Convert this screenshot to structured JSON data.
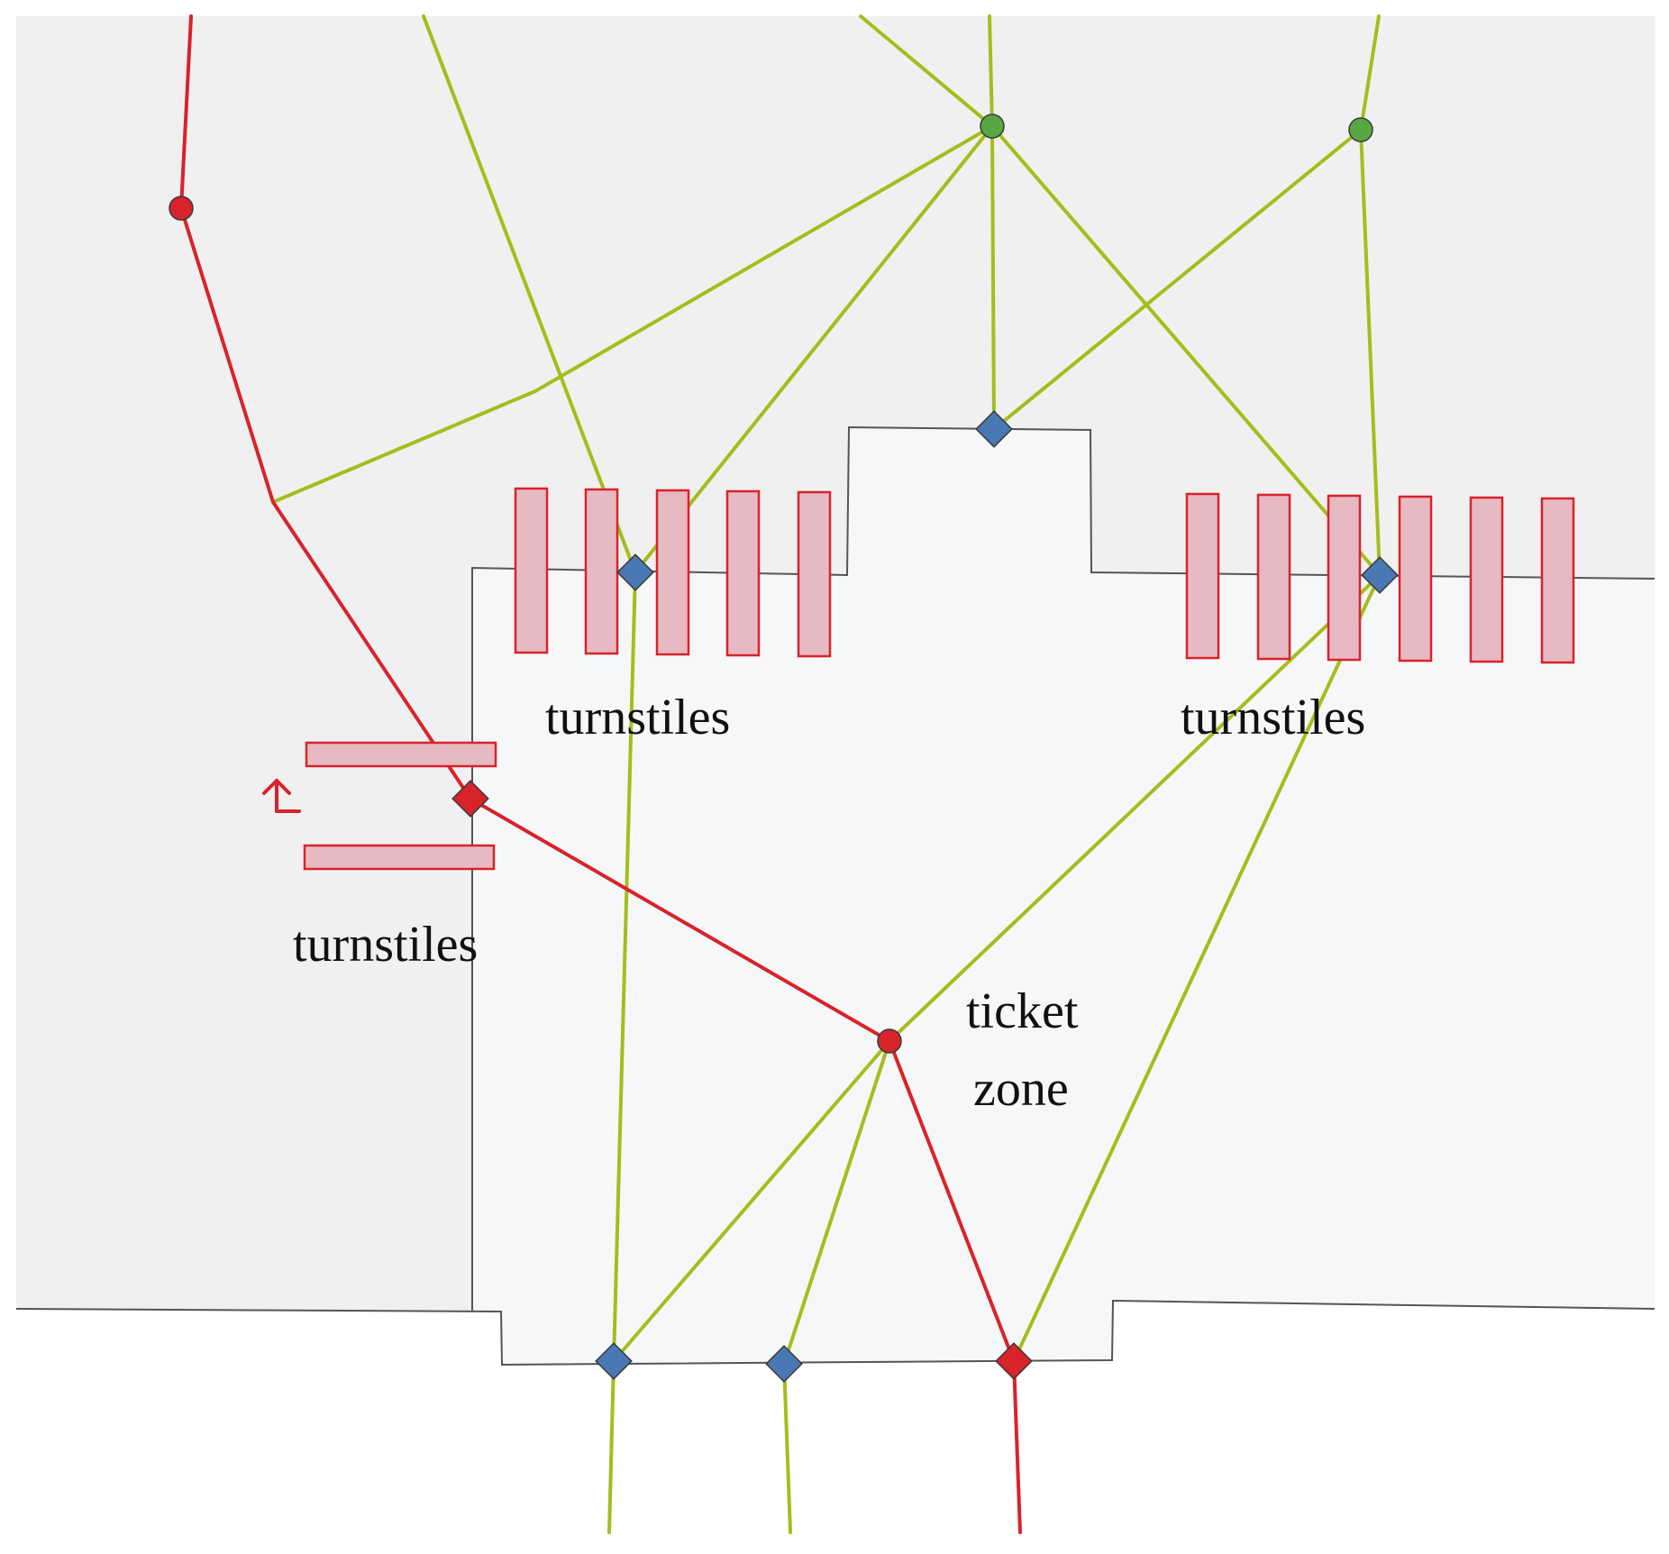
{
  "labels": {
    "turnstiles_top_left": "turnstiles",
    "turnstiles_top_right": "turnstiles",
    "turnstiles_left": "turnstiles",
    "ticket_zone_line1": "ticket",
    "ticket_zone_line2": "zone"
  },
  "colors": {
    "outer_area": "#f0f0f0",
    "paid_area": "#f6f7f9",
    "outside": "#ffffff",
    "wall": "#555555",
    "red_route": "#d8232a",
    "green_route": "#a5bd1c",
    "green_node": "#57a843",
    "blue_node": "#4a78b4",
    "turnstile_fill": "#e7b9c2",
    "turnstile_stroke": "#d8232a"
  },
  "icons": {
    "direction_arrow": "turn-back-arrow-icon"
  }
}
